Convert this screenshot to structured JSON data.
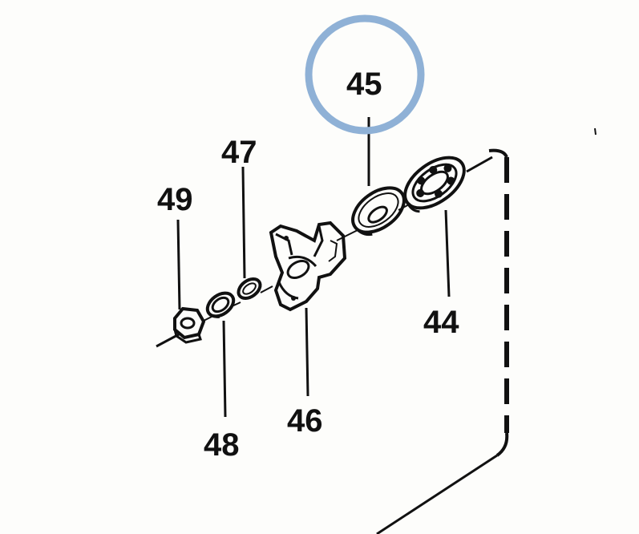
{
  "diagram": {
    "callouts": [
      {
        "id": "44",
        "label": "44"
      },
      {
        "id": "45",
        "label": "45",
        "highlighted": true
      },
      {
        "id": "46",
        "label": "46"
      },
      {
        "id": "47",
        "label": "47"
      },
      {
        "id": "48",
        "label": "48"
      },
      {
        "id": "49",
        "label": "49"
      }
    ],
    "colors": {
      "ink": "#111111",
      "highlight_ring": "#8fb1d6",
      "background": "#fdfdfb"
    }
  }
}
